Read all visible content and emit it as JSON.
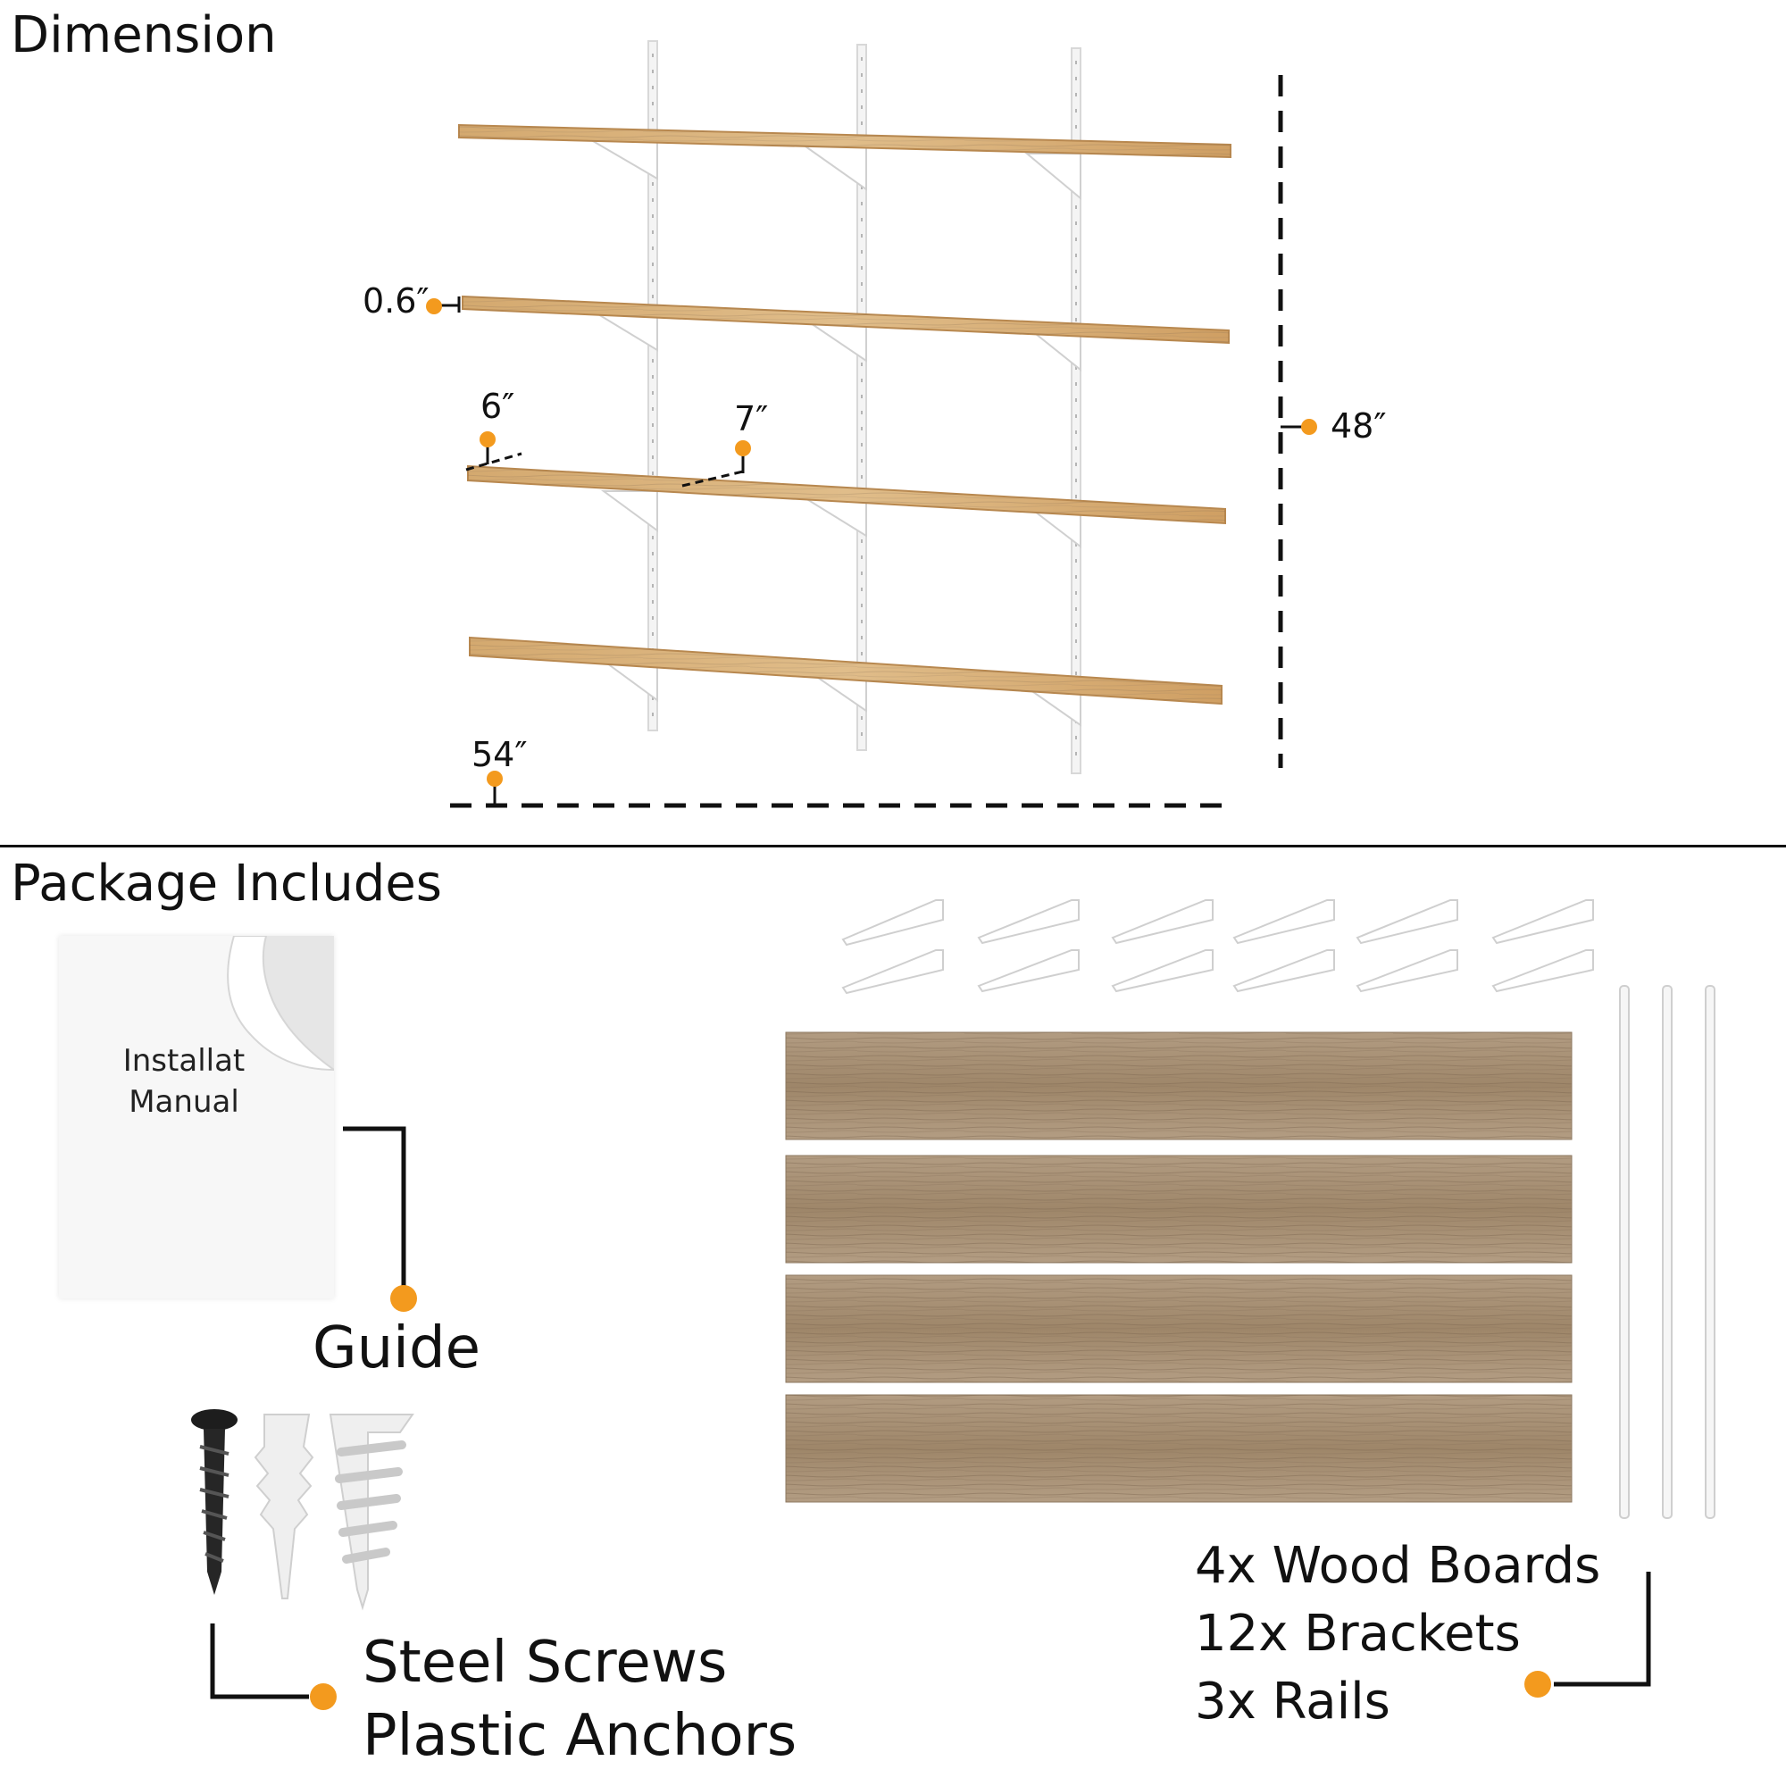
{
  "sections": {
    "dimension_title": "Dimension",
    "package_title": "Package Includes"
  },
  "dimensions": {
    "board_thickness": "0.6″",
    "board_depth": "6″",
    "bracket_depth": "7″",
    "overall_height": "48″",
    "overall_width": "54″"
  },
  "package": {
    "manual_line1": "Installat",
    "manual_line2": "Manual",
    "guide_label": "Guide",
    "hardware_line1": "Steel Screws",
    "hardware_line2": "Plastic Anchors",
    "contents_line1": "4x Wood Boards",
    "contents_line2": "12x Brackets",
    "contents_line3": "3x Rails"
  },
  "colors": {
    "accent": "#f39a1e",
    "wood_light": "#d9b07a",
    "wood_gray": "#a58d72",
    "line": "#111111"
  }
}
